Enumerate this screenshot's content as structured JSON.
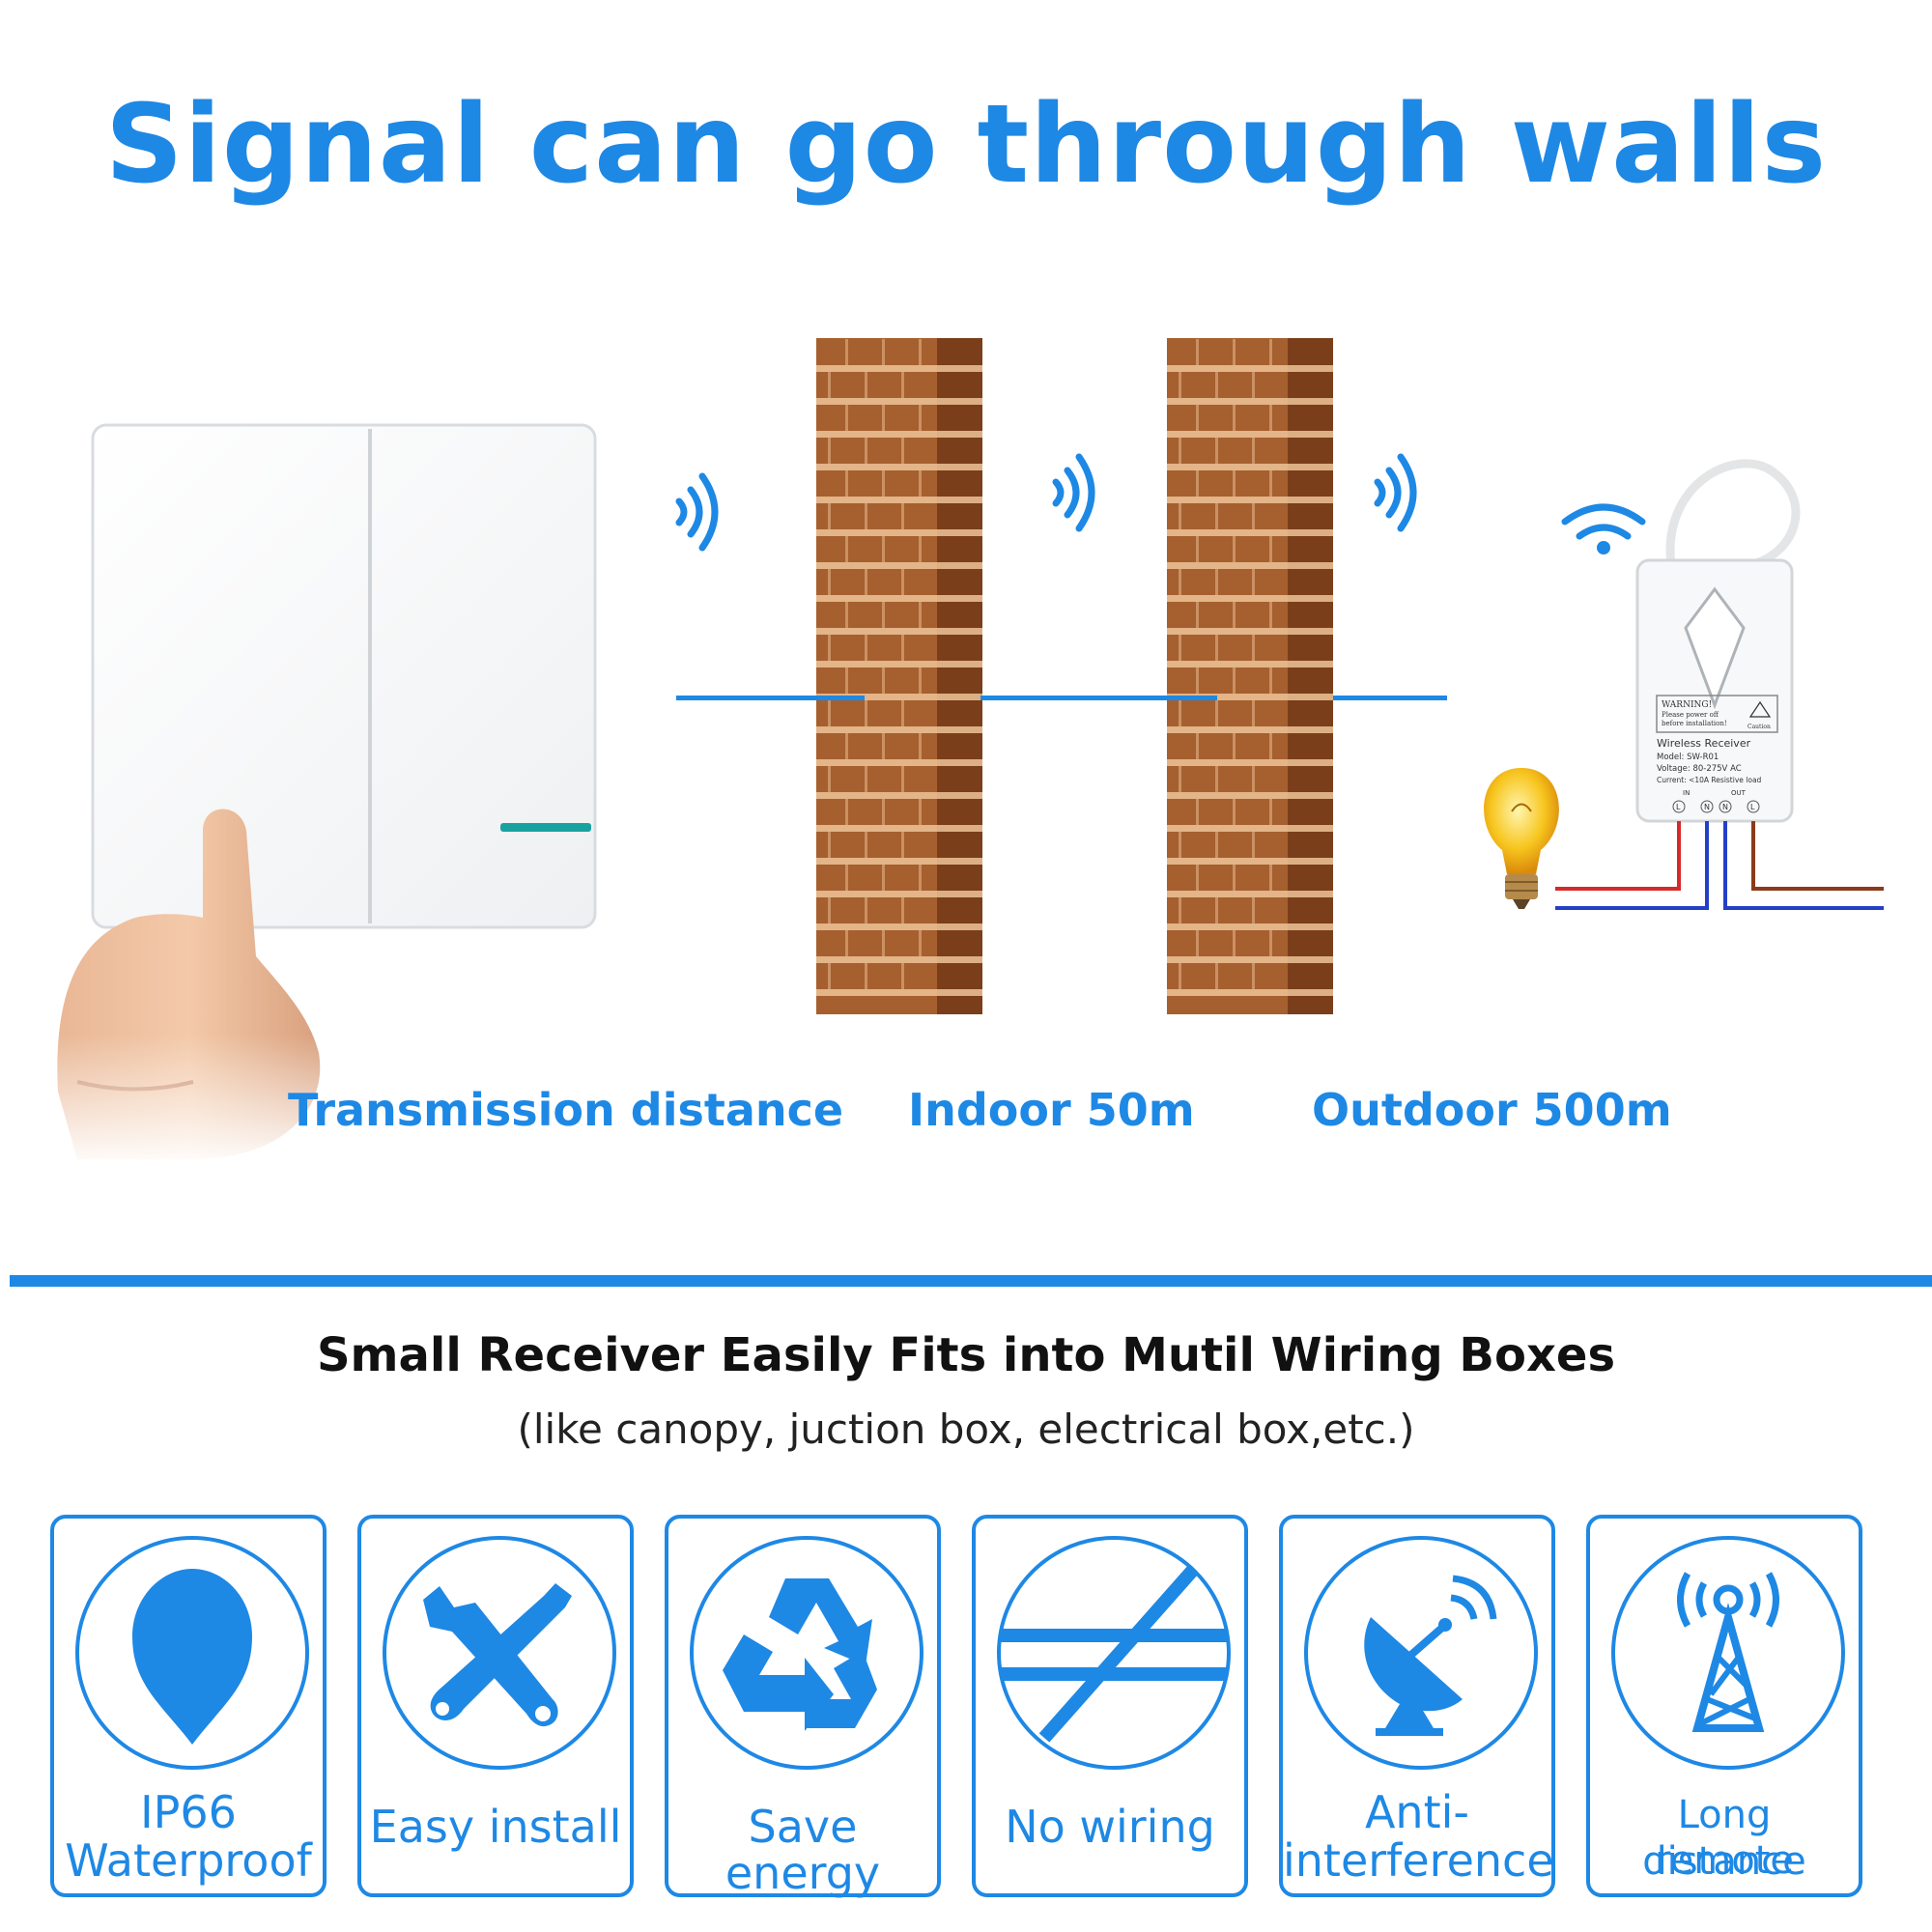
{
  "header": {
    "title": "Signal can go through walls"
  },
  "distance": {
    "label": "Transmission distance",
    "indoor": "Indoor 50m",
    "outdoor": "Outdoor 500m"
  },
  "receiver": {
    "warning_title": "WARNING!",
    "warning_text_1": "Please power off",
    "warning_text_2": "before installation!",
    "caution": "Caution",
    "product_name": "Wireless Receiver",
    "model": "Model: SW-R01",
    "voltage": "Voltage: 80-275V AC",
    "current": "Current: <10A Resistive load",
    "in_label": "IN",
    "out_label": "OUT",
    "terminals": [
      "L",
      "N",
      "N",
      "L"
    ]
  },
  "section2": {
    "title": "Small Receiver Easily Fits into Mutil Wiring Boxes",
    "note": "(like canopy, juction box, electrical box,etc.)"
  },
  "features": [
    {
      "icon": "water-drop-icon",
      "line1": "IP66",
      "line2": "Waterproof"
    },
    {
      "icon": "tools-icon",
      "line1": "Easy install",
      "line2": ""
    },
    {
      "icon": "recycle-icon",
      "line1": "Save energy",
      "line2": ""
    },
    {
      "icon": "no-wiring-icon",
      "line1": "No wiring",
      "line2": ""
    },
    {
      "icon": "satellite-dish-icon",
      "line1": "Anti-",
      "line2": "interference"
    },
    {
      "icon": "signal-tower-icon",
      "line1": "Long distance",
      "line2": "remote"
    }
  ],
  "colors": {
    "accent": "#1e88e5",
    "brick": "#9c5a2c",
    "mortar": "#e8b98c",
    "indicator": "#17a2a0"
  }
}
